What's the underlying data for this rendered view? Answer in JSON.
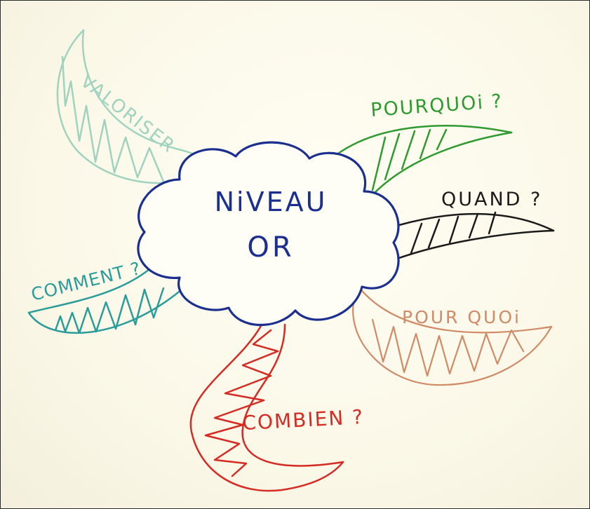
{
  "center": {
    "line1": "NiVEAU",
    "line2": "OR",
    "color": "#1a2f8f"
  },
  "branches": [
    {
      "id": "valoriser",
      "label": "VALORISER",
      "color": "#9fd3c0"
    },
    {
      "id": "pourquoi-top",
      "label": "POURQUOi ?",
      "color": "#2f9a2f"
    },
    {
      "id": "quand",
      "label": "QUAND ?",
      "color": "#1a1a1a"
    },
    {
      "id": "pour-quoi",
      "label": "POUR QUOi",
      "color": "#d08a66"
    },
    {
      "id": "combien",
      "label": "COMBIEN ?",
      "color": "#d62a22"
    },
    {
      "id": "comment",
      "label": "COMMENT ?",
      "color": "#2a9c9a"
    }
  ]
}
